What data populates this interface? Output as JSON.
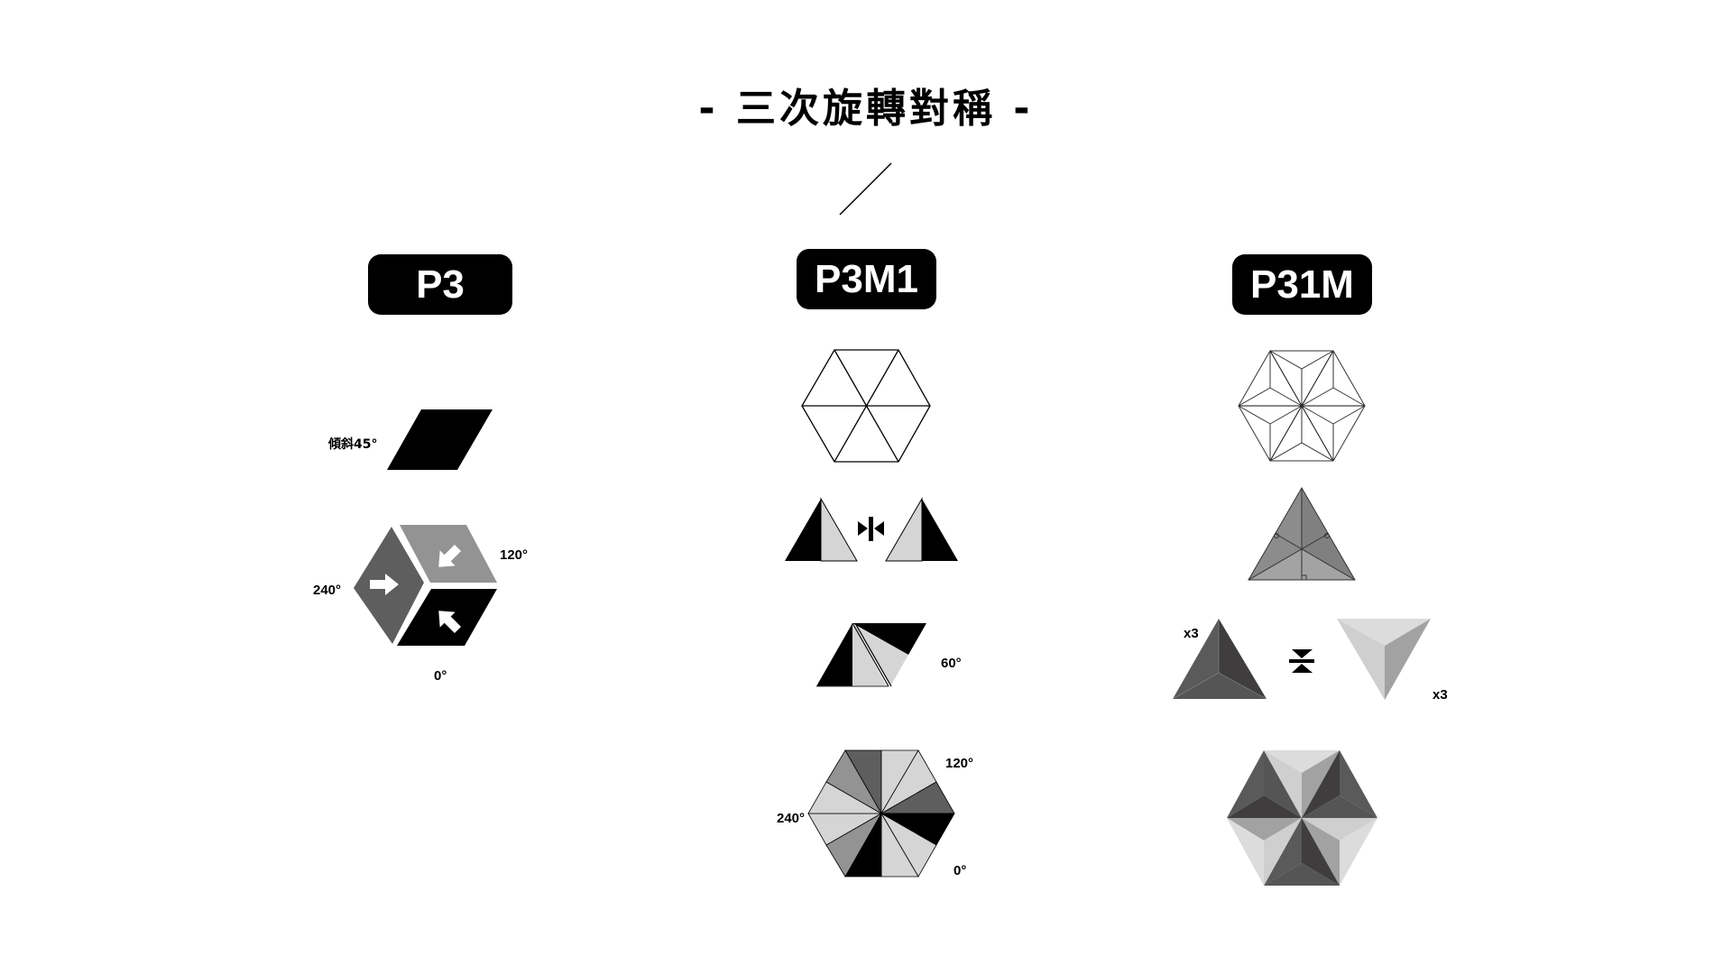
{
  "title": "- 三次旋轉對稱 -",
  "columns": [
    {
      "badge": "P3",
      "labels": {
        "tilt": "傾斜45°",
        "rot120": "120°",
        "rot240": "240°",
        "rot0": "0°"
      }
    },
    {
      "badge": "P3M1",
      "labels": {
        "rot60": "60°",
        "rot120": "120°",
        "rot240": "240°",
        "rot0": "0°"
      }
    },
    {
      "badge": "P31M",
      "labels": {
        "times_left": "x3",
        "times_right": "x3"
      }
    }
  ],
  "colors": {
    "black": "#000000",
    "dark_gray": "#5e5e5e",
    "mid_gray": "#939393",
    "light_gray": "#d5d5d5",
    "pyramid_dark_left": "#5a5a5a",
    "pyramid_dark_right": "#3f3d3d",
    "pyramid_dark_bottom": "#555555",
    "pyramid_light_top": "#dcdcdc",
    "pyramid_light_left": "#cfcfcf",
    "pyramid_light_right": "#a2a2a2"
  }
}
